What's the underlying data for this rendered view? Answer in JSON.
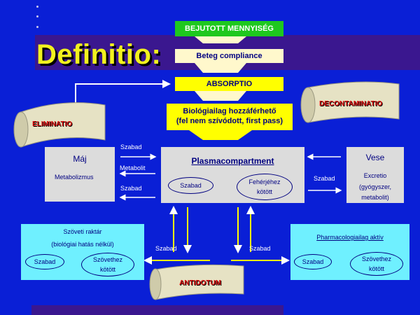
{
  "title": "Definitio:",
  "steps": {
    "bejutott": "BEJUTOTT MENNYISÉG",
    "compliance": "Beteg compliance",
    "absorptio": "ABSORPTIO",
    "bio_line1": "Biológiailag hozzáférhető",
    "bio_line2": "(fel nem szívódott, first pass)"
  },
  "elimination": "ELIMINATIO",
  "decontamination": "DECONTAMINATIO",
  "antidotum": "ANTIDOTUM",
  "maj": {
    "title": "Máj",
    "subtitle": "Metabolizmus"
  },
  "arrows_left": {
    "szabad1": "Szabad",
    "metabolit": "Metabolit",
    "szabad2": "Szabad"
  },
  "plasma": {
    "title": "Plasmacompartment",
    "szabad": "Szabad",
    "feherje_line1": "Fehérjéhez",
    "feherje_line2": "kötött"
  },
  "vese": {
    "title": "Vese",
    "line1": "Excretio",
    "line2": "(gyógyszer,",
    "line3": "metabolit)"
  },
  "vese_arrow": "Szabad",
  "szoveti": {
    "title": "Szöveti raktár",
    "subtitle": "(biológiai hatás nélkül)",
    "szabad": "Szabad",
    "kotott_line1": "Szövethez",
    "kotott_line2": "kötött"
  },
  "pharma": {
    "title": "Pharmacologiailag aktív",
    "szabad": "Szabad",
    "kotott_line1": "Szövethez",
    "kotott_line2": "kötött"
  },
  "bottom_arrows": {
    "left": "Szabad",
    "right": "Szabad"
  }
}
